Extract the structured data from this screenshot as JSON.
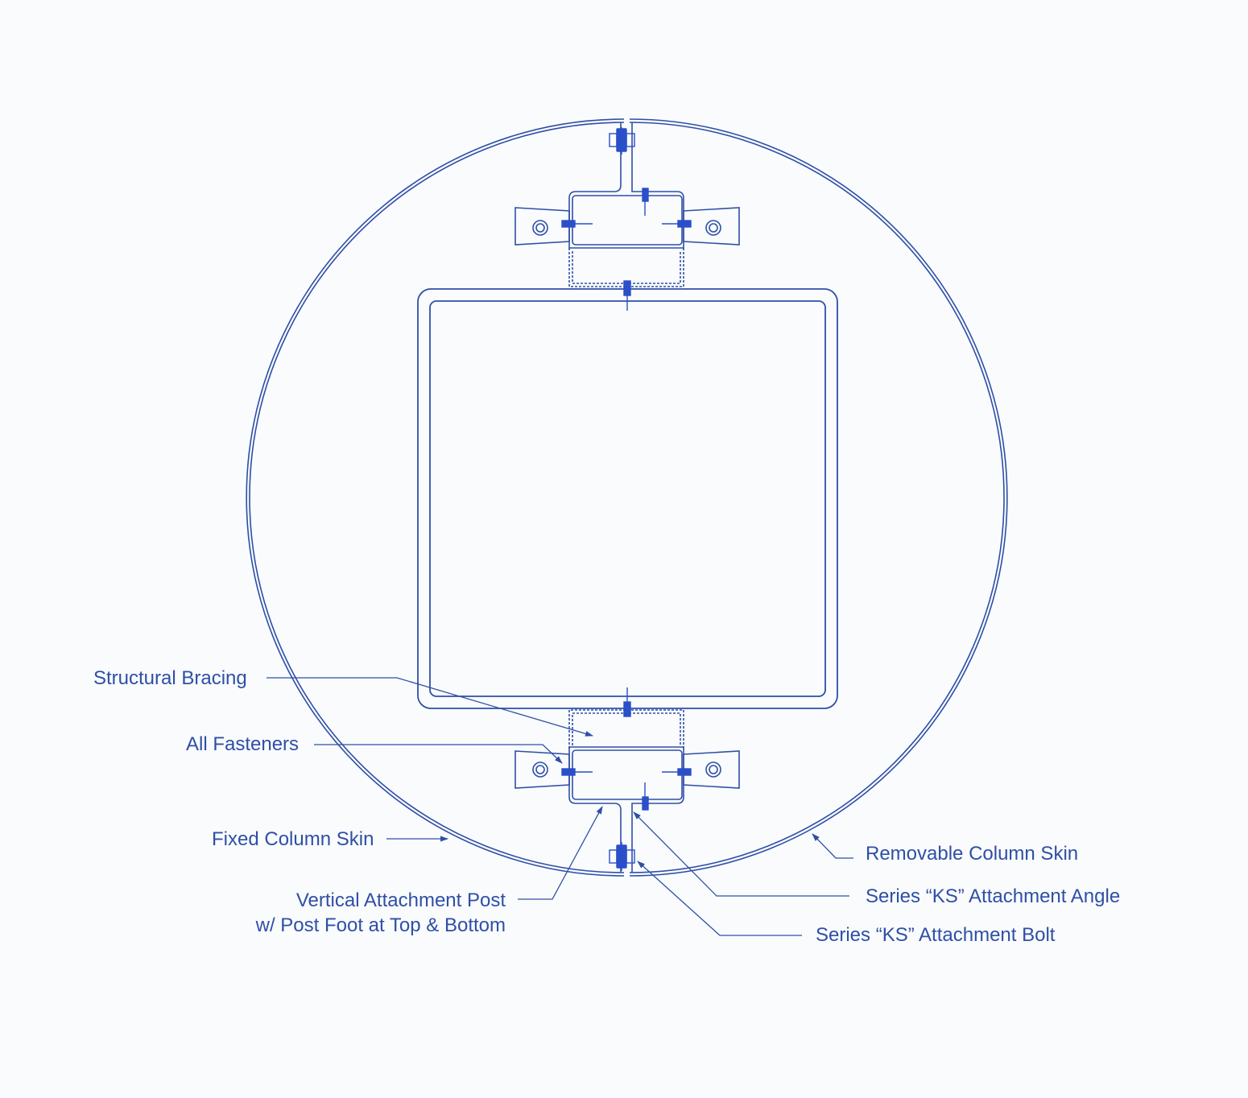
{
  "colors": {
    "line": "#2f4fa6",
    "fastener": "#2a4fc9",
    "background": "#f9fbfd"
  },
  "labels": {
    "structural_bracing": "Structural Bracing",
    "all_fasteners": "All Fasteners",
    "fixed_column_skin": "Fixed Column Skin",
    "vertical_post_line1": "Vertical Attachment Post",
    "vertical_post_line2": "w/ Post Foot at Top & Bottom",
    "removable_column_skin": "Removable Column Skin",
    "ks_angle": "Series “KS” Attachment Angle",
    "ks_bolt": "Series “KS” Attachment Bolt"
  }
}
